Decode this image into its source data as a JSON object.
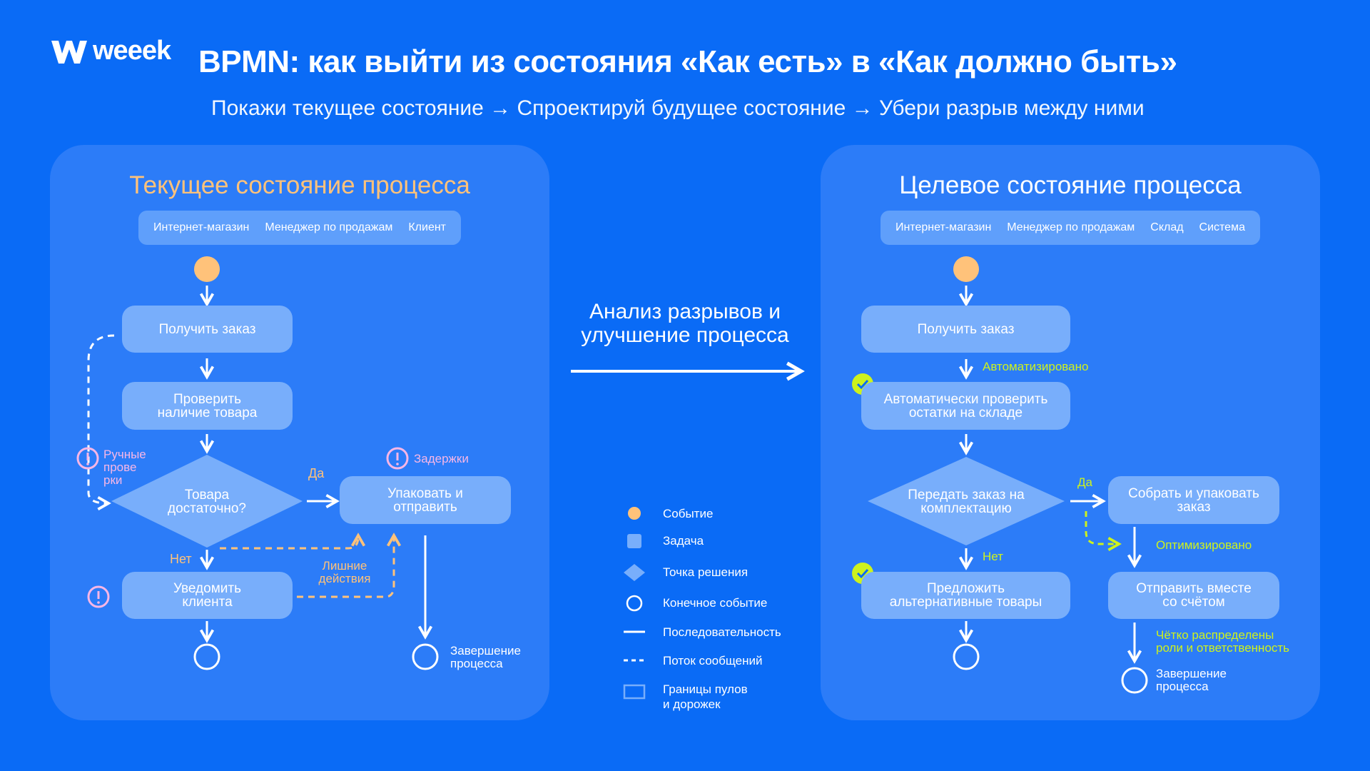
{
  "brand": {
    "name": "weeek"
  },
  "title": "BPMN: как выйти из состояния «Как есть» в «Как должно быть»",
  "subtitle": "Покажи текущее состояние → Спроектируй будущее состояние → Убери разрыв между ними",
  "current": {
    "title": "Текущее состояние процесса",
    "lanes": [
      "Интернет-магазин",
      "Менеджер по продажам",
      "Клиент"
    ],
    "tasks": {
      "receive": "Получить заказ",
      "check": "Проверить наличие товара",
      "decision": "Товара достаточно?",
      "pack": "Упаковать и отправить",
      "notify": "Уведомить клиента"
    },
    "labels": {
      "yes": "Да",
      "no": "Нет",
      "manual": "Ручные прове рки",
      "delays": "Задержки",
      "extra": "Лишние действия",
      "end": "Завершение процесса"
    }
  },
  "center": {
    "label": "Анализ разрывов и улучшение процесса"
  },
  "target": {
    "title": "Целевое состояние процесса",
    "lanes": [
      "Интернет-магазин",
      "Менеджер по продажам",
      "Склад",
      "Система"
    ],
    "tasks": {
      "receive": "Получить заказ",
      "autocheck": "Автоматически проверить остатки на складе",
      "decision": "Передать заказ на комплектацию",
      "collect": "Собрать и упаковать заказ",
      "offer": "Предложить альтернативные товары",
      "send": "Отправить вместе со счётом"
    },
    "labels": {
      "automated": "Автоматизировано",
      "yes": "Да",
      "no": "Нет",
      "optimized": "Оптимизировано",
      "roles": "Чётко распределены роли и ответственность",
      "end": "Завершение процесса"
    }
  },
  "legend": [
    {
      "label": "Событие",
      "icon": "event-icon"
    },
    {
      "label": "Задача",
      "icon": "task-icon"
    },
    {
      "label": "Точка решения",
      "icon": "gateway-icon"
    },
    {
      "label": "Конечное событие",
      "icon": "end-event-icon"
    },
    {
      "label": "Последовательность",
      "icon": "sequence-line-icon"
    },
    {
      "label": "Поток сообщений",
      "icon": "message-flow-icon"
    },
    {
      "label": "Границы пулов и дорожек",
      "icon": "pool-boundary-icon"
    }
  ],
  "colors": {
    "background": "#0a6bf6",
    "panel": "#2c7cf8",
    "task": "#78aefb",
    "event": "#ffc27a",
    "warning": "#f7b6e6",
    "highlight": "#cdf21d"
  }
}
